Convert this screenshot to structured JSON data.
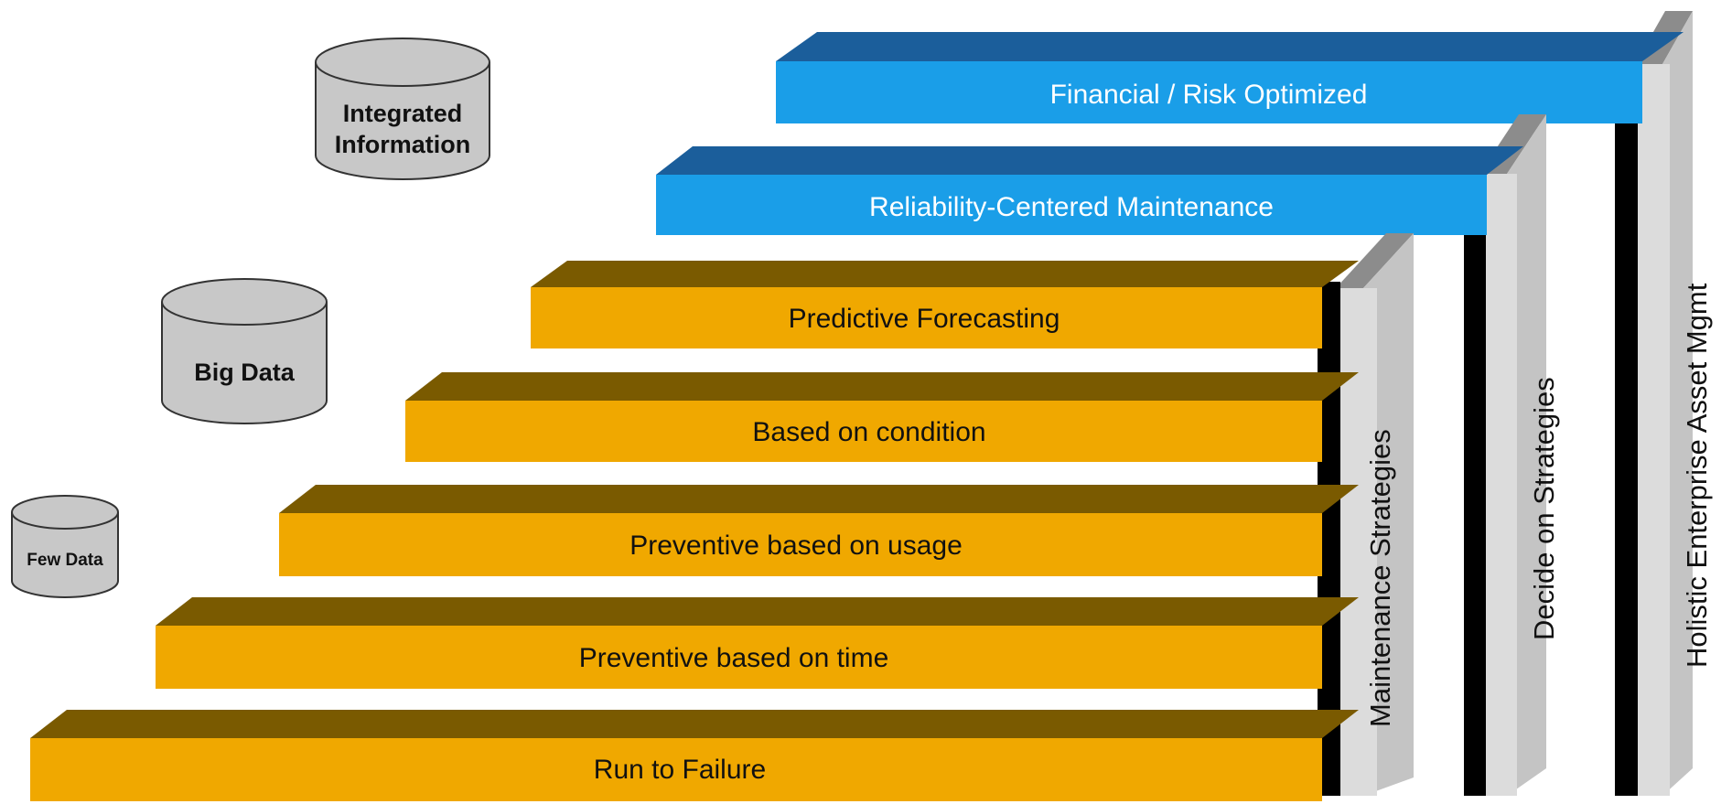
{
  "steps": [
    {
      "label": "Run to Failure",
      "tier": "maintenance"
    },
    {
      "label": "Preventive based on time",
      "tier": "maintenance"
    },
    {
      "label": "Preventive based on usage",
      "tier": "maintenance"
    },
    {
      "label": "Based on condition",
      "tier": "maintenance"
    },
    {
      "label": "Predictive Forecasting",
      "tier": "maintenance"
    },
    {
      "label": "Reliability-Centered Maintenance",
      "tier": "decide"
    },
    {
      "label": "Financial / Risk Optimized",
      "tier": "holistic"
    }
  ],
  "posts": {
    "maintenance": "Maintenance Strategies",
    "decide": "Decide on Strategies",
    "holistic": "Holistic Enterprise Asset Mgmt"
  },
  "databases": {
    "few": "Few Data",
    "big": "Big Data",
    "integrated_line1": "Integrated",
    "integrated_line2": "Information"
  },
  "colors": {
    "orange_face": "#F0A800",
    "orange_top": "#7A5A00",
    "blue_face": "#1A9EE8",
    "blue_top": "#1B5E9B",
    "orange_text": "#111111",
    "blue_text": "#ffffff",
    "post_front": "#d9d9d9",
    "post_top": "#8c8c8c",
    "post_edge": "#000000",
    "db_fill": "#c8c8c8",
    "db_stroke": "#333333"
  }
}
